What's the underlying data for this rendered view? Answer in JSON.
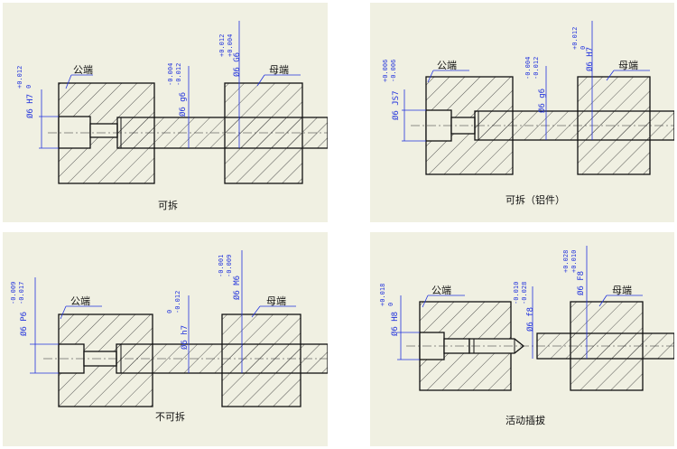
{
  "panels": [
    {
      "caption": "可拆",
      "male_label": "公端",
      "female_label": "母端",
      "hole_fit": {
        "dim": "Ø6 H7",
        "upper": "+0.012",
        "lower": "0"
      },
      "shaft_fit": {
        "dim": "Ø6 g6",
        "upper": "-0.004",
        "lower": "-0.012"
      },
      "female_fit": {
        "dim": "Ø6 G6",
        "upper": "+0.012",
        "lower": "+0.004"
      }
    },
    {
      "caption": "可拆（铝件）",
      "male_label": "公端",
      "female_label": "母端",
      "hole_fit": {
        "dim": "Ø6 JS7",
        "upper": "+0.006",
        "lower": "-0.006"
      },
      "shaft_fit": {
        "dim": "Ø6 g6",
        "upper": "-0.004",
        "lower": "-0.012"
      },
      "female_fit": {
        "dim": "Ø6 H7",
        "upper": "+0.012",
        "lower": "0"
      }
    },
    {
      "caption": "不可拆",
      "male_label": "公端",
      "female_label": "母端",
      "hole_fit": {
        "dim": "Ø6 P6",
        "upper": "-0.009",
        "lower": "-0.017"
      },
      "shaft_fit": {
        "dim": "Ø6 h7",
        "upper": "0",
        "lower": "-0.012"
      },
      "female_fit": {
        "dim": "Ø6 M6",
        "upper": "-0.001",
        "lower": "-0.009"
      }
    },
    {
      "caption": "活动插拔",
      "male_label": "公端",
      "female_label": "母端",
      "hole_fit": {
        "dim": "Ø6 H8",
        "upper": "+0.018",
        "lower": "0"
      },
      "shaft_fit": {
        "dim": "Ø6 f8",
        "upper": "-0.010",
        "lower": "-0.028"
      },
      "female_fit": {
        "dim": "Ø6 F8",
        "upper": "+0.028",
        "lower": "+0.010"
      }
    }
  ]
}
